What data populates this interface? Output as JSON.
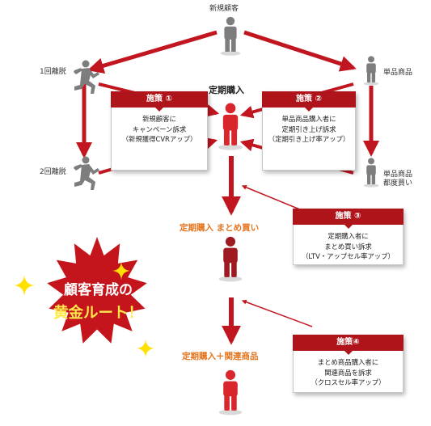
{
  "title": "顧客育成の黄金ルート！",
  "headline": {
    "line1": "顧客育成の",
    "line2": "黄金ルート！"
  },
  "nodes": {
    "new_customer": "新規顧客",
    "churn_1": "1回離脱",
    "churn_2": "2回離脱",
    "single_product": "単品商品",
    "single_repeat_line1": "単品商品",
    "single_repeat_line2": "都度買い",
    "subscription": "定期購入",
    "subscription_bulk": "定期購入 まとめ買い",
    "subscription_related": "定期購入＋関連商品"
  },
  "measures": [
    {
      "title": "施策 ①",
      "lines": [
        "新規顧客に",
        "キャンペーン訴求",
        "（新規獲得CVRアップ）"
      ]
    },
    {
      "title": "施策 ②",
      "lines": [
        "単品商品購入者に",
        "定期引き上げ訴求",
        "（定期引き上げ率アップ）"
      ]
    },
    {
      "title": "施策 ③",
      "lines": [
        "定期購入者に",
        "まとめ買い訴求",
        "（LTV・アップセル率アップ）"
      ]
    },
    {
      "title": "施策④",
      "lines": [
        "まとめ商品購入者に",
        "関連商品を訴求",
        "（クロスセル率アップ）"
      ]
    }
  ],
  "colors": {
    "arrow_red": "#c1161f",
    "box_header": "#b0141b",
    "person_gray": "#7d7d7d",
    "person_red": "#d9262c",
    "person_dark_red": "#9e1a20",
    "stage_orange": "#e4731c",
    "burst_red": "#c4151c",
    "headline_yellow": "#ffe94a",
    "sparkle": "#ffe000"
  },
  "icons": [
    "person-icon",
    "running-person-icon",
    "sparkle-icon",
    "starburst-badge"
  ]
}
